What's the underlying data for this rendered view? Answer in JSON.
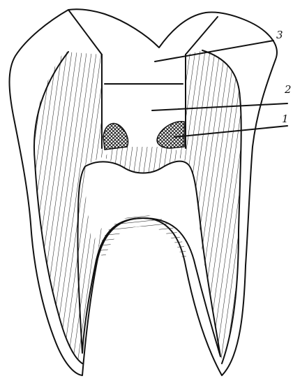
{
  "diagram": {
    "labels": [
      {
        "id": "label-3",
        "text": "3"
      },
      {
        "id": "label-2",
        "text": "2"
      },
      {
        "id": "label-1",
        "text": "1"
      }
    ],
    "colors": {
      "ink": "#111111",
      "background": "#ffffff"
    }
  }
}
